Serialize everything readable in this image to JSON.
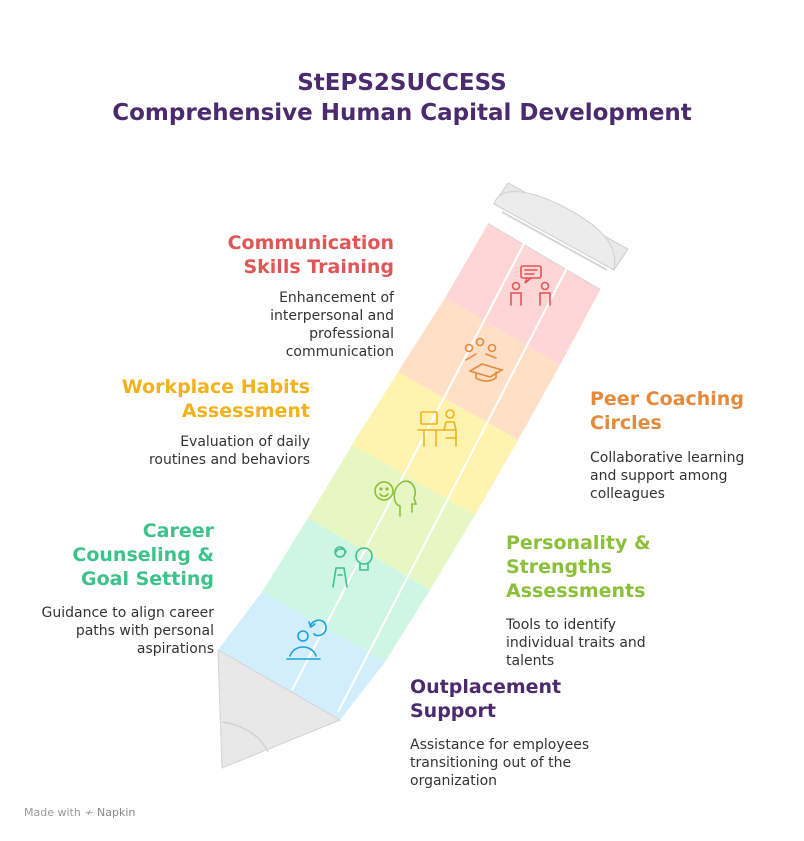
{
  "title": {
    "line1": "StEPS2SUCCESS",
    "line2": "Comprehensive Human Capital Development"
  },
  "steps": [
    {
      "id": "communication",
      "title_lines": [
        "Communication",
        "Skills Training"
      ],
      "desc_lines": [
        "Enhancement of",
        "interpersonal and",
        "professional",
        "communication"
      ],
      "color": "#e05555",
      "band_color": "#ffd6d6",
      "icon": "people-chat-icon"
    },
    {
      "id": "peer",
      "title_lines": [
        "Peer Coaching",
        "Circles"
      ],
      "desc_lines": [
        "Collaborative learning",
        "and support among",
        "colleagues"
      ],
      "color": "#e58a3a",
      "band_color": "#ffe0c7",
      "icon": "graduation-group-icon"
    },
    {
      "id": "workplace",
      "title_lines": [
        "Workplace Habits",
        "Assessment"
      ],
      "desc_lines": [
        "Evaluation of daily",
        "routines and behaviors"
      ],
      "color": "#f2b21c",
      "band_color": "#fff3b0",
      "icon": "person-desk-icon"
    },
    {
      "id": "personality",
      "title_lines": [
        "Personality &",
        "Strengths",
        "Assessments"
      ],
      "desc_lines": [
        "Tools to identify",
        "individual traits and",
        "talents"
      ],
      "color": "#8cbf3a",
      "band_color": "#e6f7c4",
      "icon": "head-smile-icon"
    },
    {
      "id": "career",
      "title_lines": [
        "Career",
        "Counseling &",
        "Goal Setting"
      ],
      "desc_lines": [
        "Guidance to align career",
        "paths with personal",
        "aspirations"
      ],
      "color": "#3cc28a",
      "band_color": "#cff5e4",
      "icon": "person-lightbulb-icon"
    },
    {
      "id": "outplacement",
      "title_lines": [
        "Outplacement",
        "Support"
      ],
      "desc_lines": [
        "Assistance for employees",
        "transitioning out of the",
        "organization"
      ],
      "color": "#4b2a6e",
      "band_color": "#d2eefc",
      "icon": "person-transition-icon"
    }
  ],
  "watermark": {
    "prefix": "Made with",
    "brand": "Napkin"
  },
  "colors": {
    "title": "#4b2a6e",
    "eraser": "#e8e8e8",
    "tip": "#e8e8e8"
  }
}
